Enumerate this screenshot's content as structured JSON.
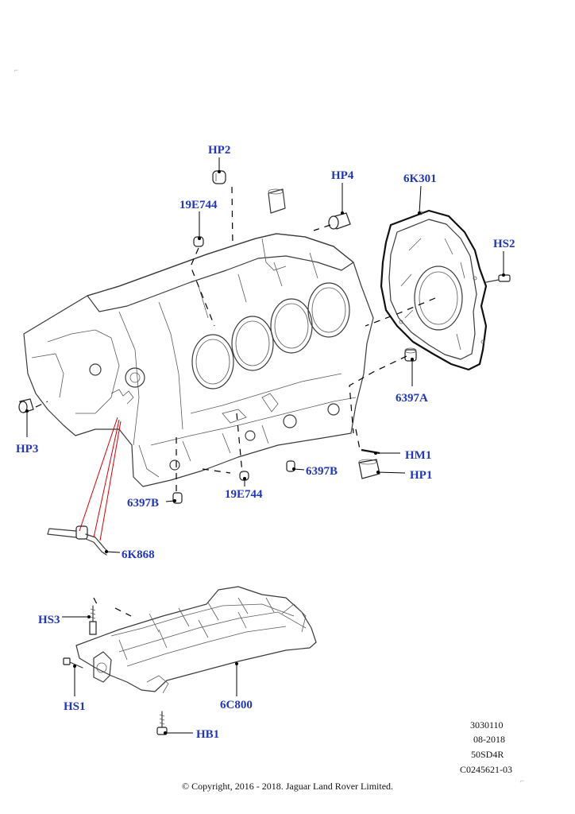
{
  "callouts": {
    "hp2": "HP2",
    "hp4": "HP4",
    "k6k301": "6K301",
    "e19744_top": "19E744",
    "hs2": "HS2",
    "a6397": "6397A",
    "hp3": "HP3",
    "hm1": "HM1",
    "hp1": "HP1",
    "b6397_right": "6397B",
    "b6397_left": "6397B",
    "e19744_bottom": "19E744",
    "k6k868": "6K868",
    "hs3": "HS3",
    "hs1": "HS1",
    "c6c800": "6C800",
    "hb1": "HB1"
  },
  "footer": {
    "ref_number": "3030110",
    "date": "08-2018",
    "model_code": "50SD4R",
    "image_code": "C0245621-03",
    "copyright": "© Copyright, 2016 - 2018. Jaguar Land Rover Limited."
  },
  "colors": {
    "callout_text": "#1f35c8",
    "leader_line": "#000000",
    "red_leader": "#d40000",
    "linework": "#3a3a3a"
  }
}
